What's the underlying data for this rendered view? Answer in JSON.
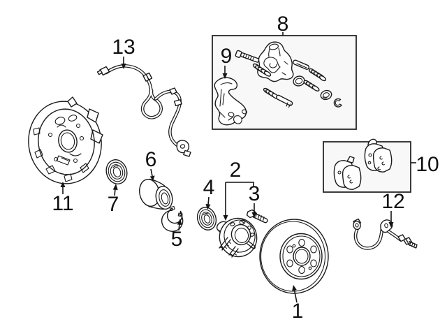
{
  "figure": {
    "background": "#ffffff",
    "line_color": "#1b1b1b",
    "box_fill": "#f8f8f8",
    "box_border": "#262626",
    "callout_labels": [
      "1",
      "2",
      "3",
      "4",
      "5",
      "6",
      "7",
      "8",
      "9",
      "10",
      "11",
      "12",
      "13"
    ]
  }
}
